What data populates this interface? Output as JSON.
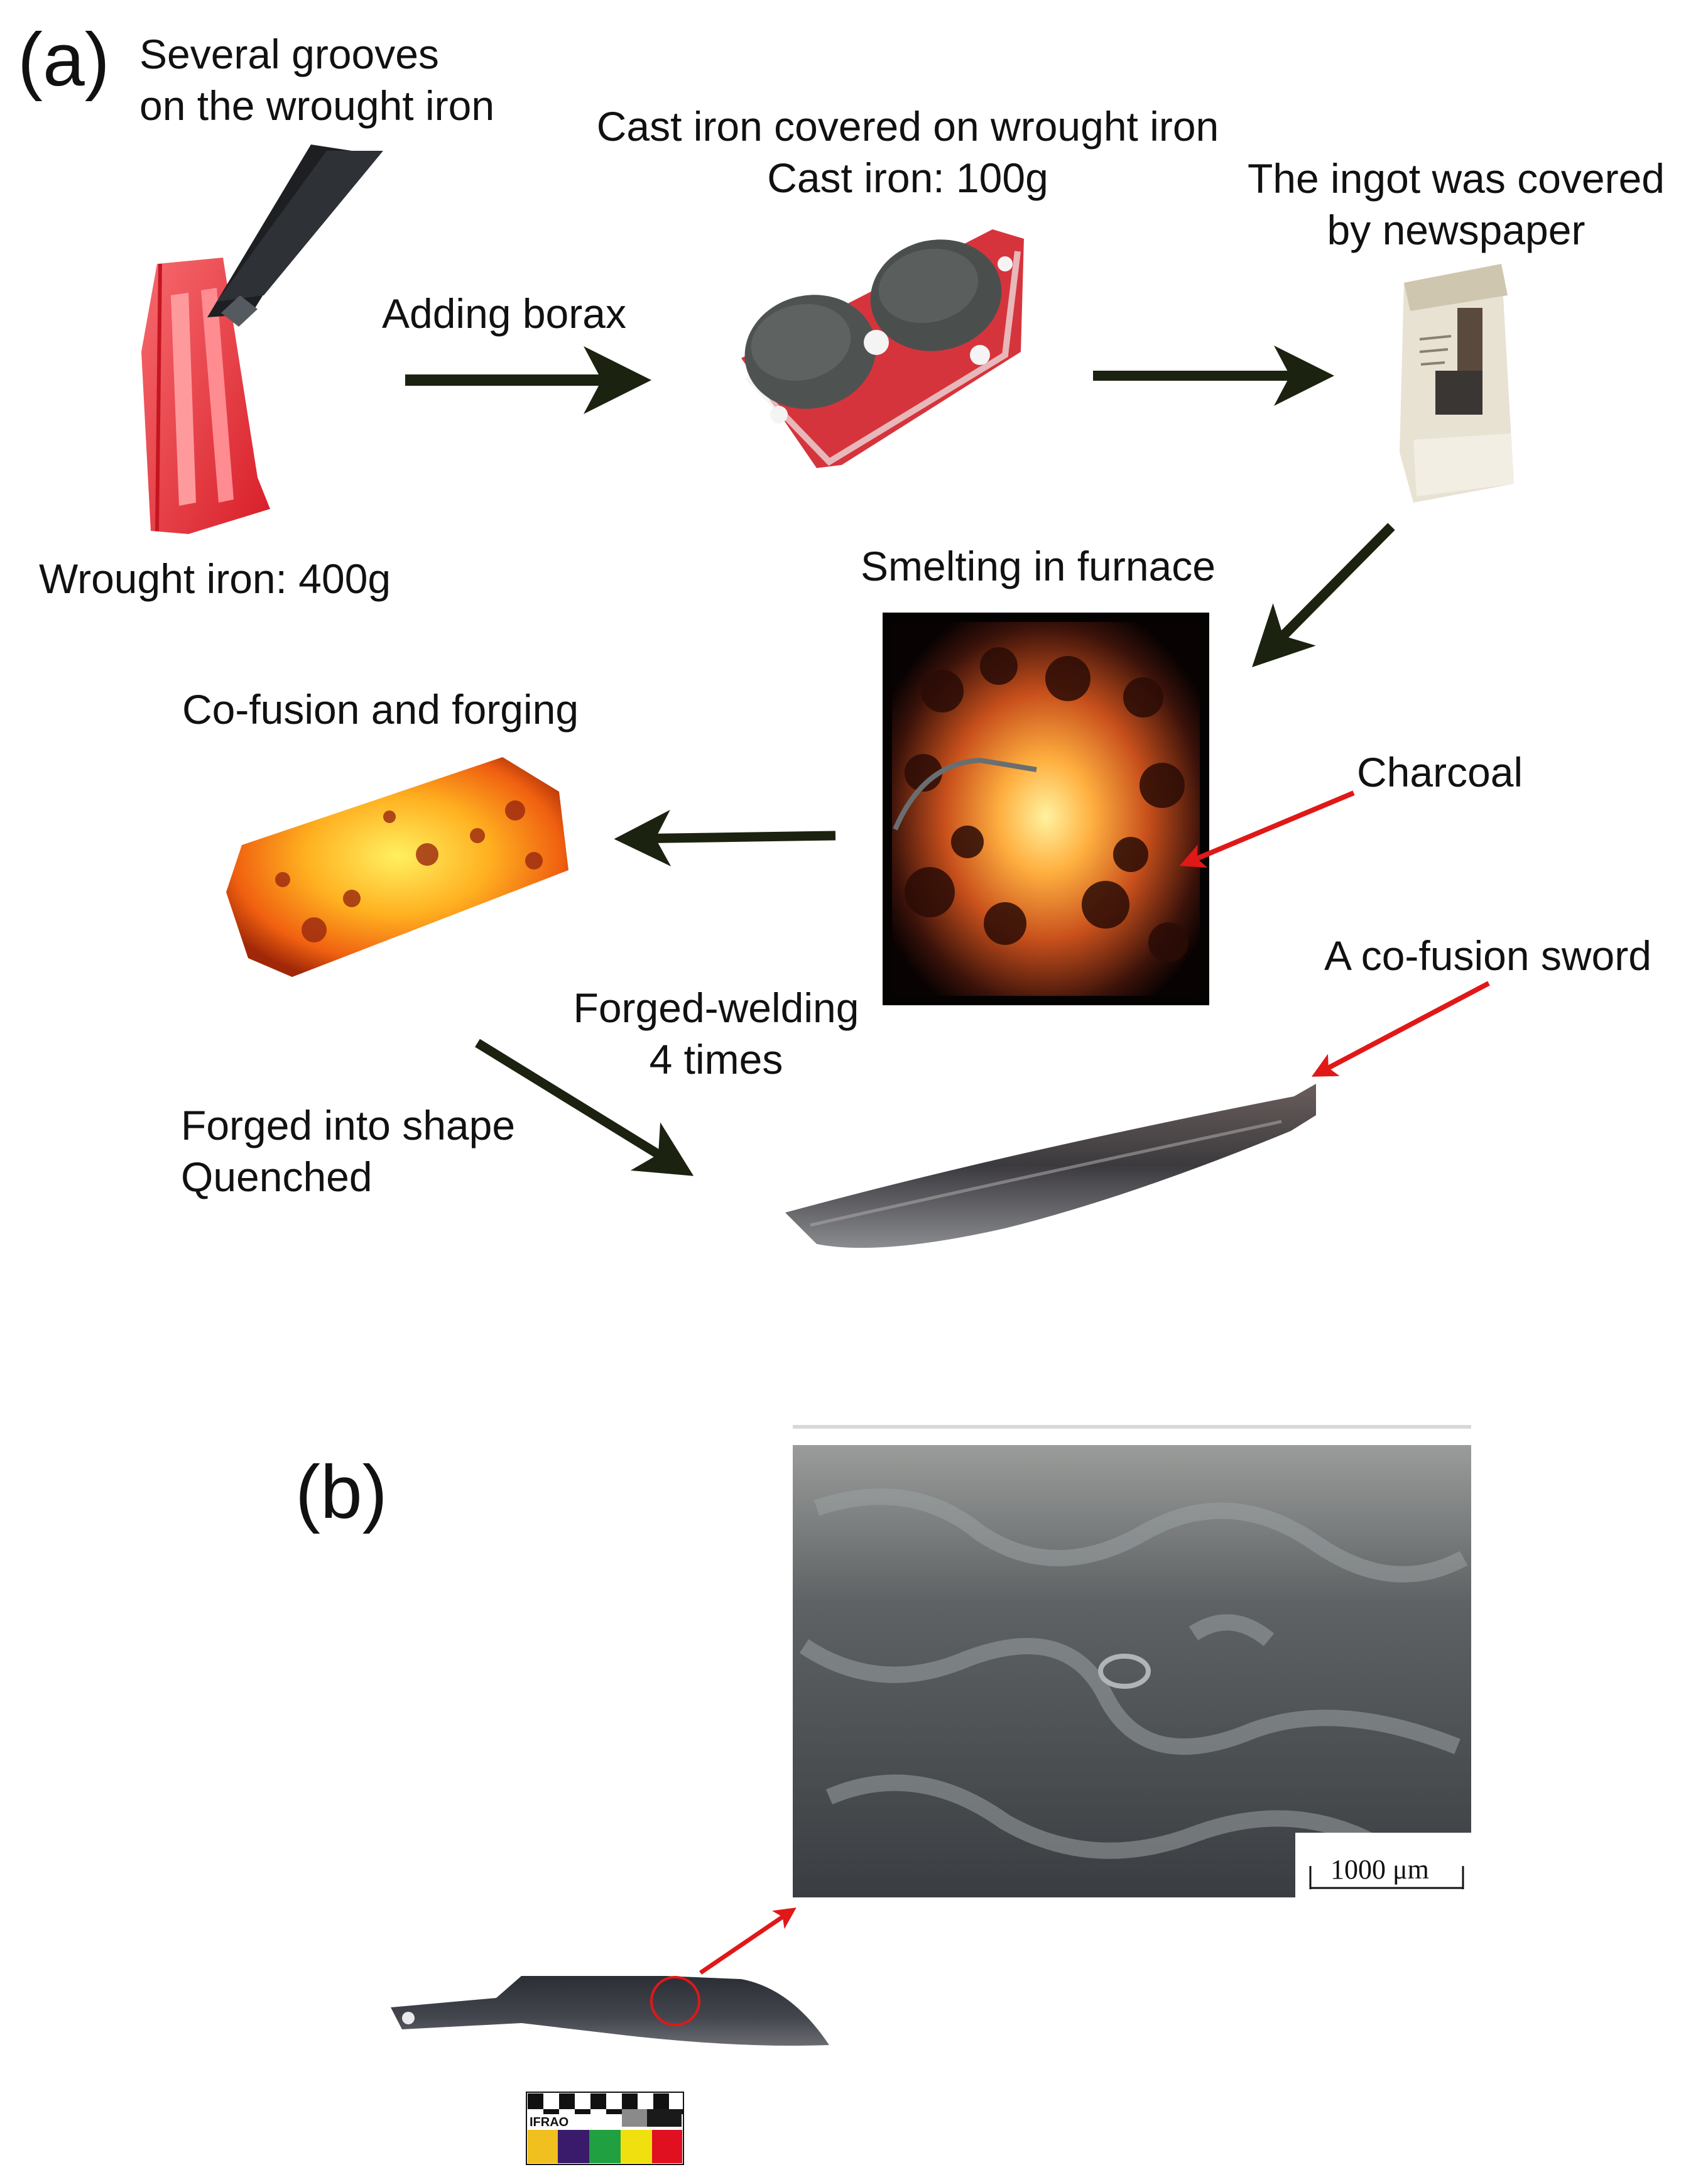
{
  "panel_a": {
    "label": "(a)",
    "steps": {
      "grooves": [
        "Several grooves",
        "on the wrought iron"
      ],
      "wrought_iron": "Wrought iron: 400g",
      "borax": "Adding borax",
      "cast_iron": [
        "Cast iron covered on wrought iron",
        "Cast iron: 100g"
      ],
      "newspaper": [
        "The ingot was covered",
        "by newspaper"
      ],
      "smelting": "Smelting in furnace",
      "charcoal": "Charcoal",
      "cofusion": "Co-fusion and forging",
      "welding": [
        "Forged-welding",
        "4 times"
      ],
      "shape": [
        "Forged into shape",
        "Quenched"
      ],
      "sword": "A co-fusion sword"
    }
  },
  "panel_b": {
    "label": "(b)",
    "scale_bar": "1000 μm",
    "color_card": "IFRAO"
  },
  "colors": {
    "arrow_dark": "#1c2210",
    "arrow_red": "#e01818",
    "hot_iron": "#e8343a",
    "glow": "#ffb020",
    "steel": "#4a4f55"
  }
}
